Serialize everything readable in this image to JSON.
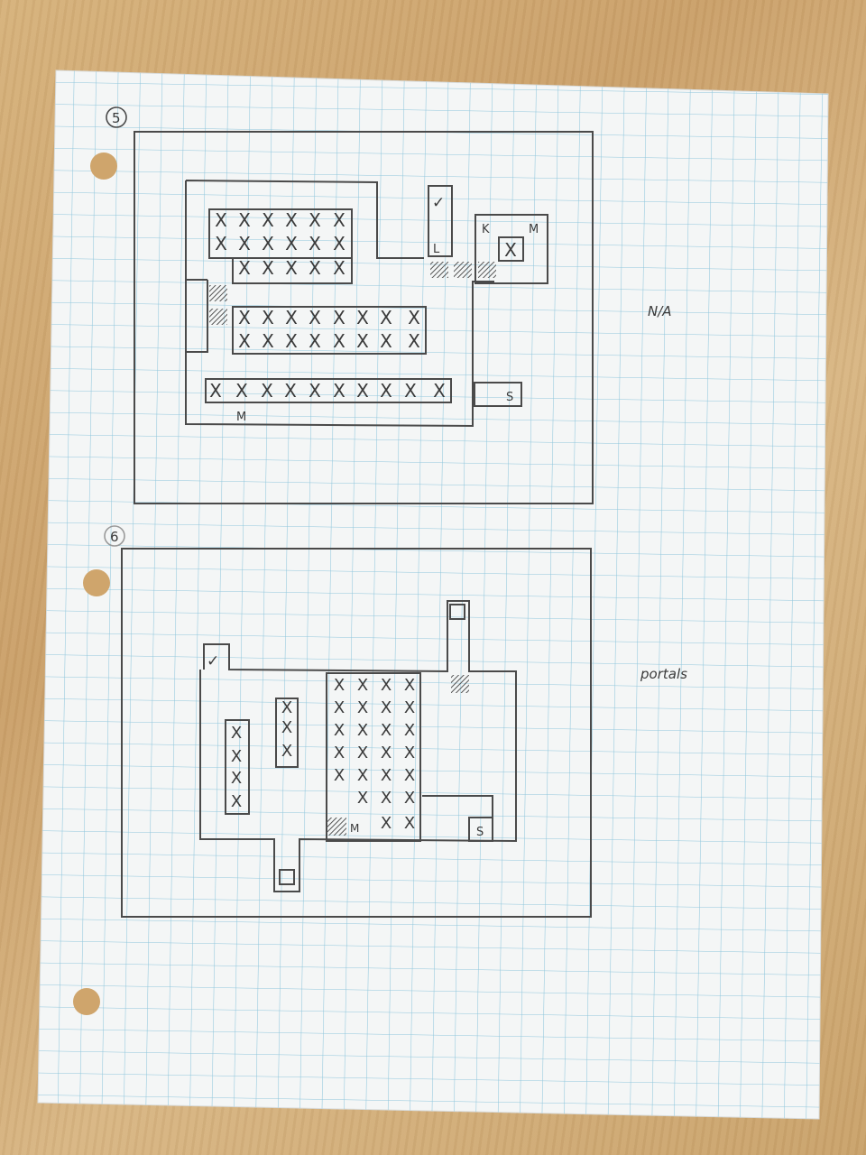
{
  "sheet": {
    "paper_color": "#f4f6f6",
    "grid_color": "#8fc6dc",
    "ink_color": "#444444"
  },
  "level5": {
    "number": "5",
    "side_note": "N/A",
    "marks": {
      "check": "✓",
      "key": "K",
      "monster": "M",
      "lever": "L",
      "start": "S",
      "blocked": "X"
    }
  },
  "level6": {
    "number": "6",
    "side_note": "portals",
    "marks": {
      "check": "✓",
      "monster": "M",
      "start": "S",
      "blocked": "X"
    }
  }
}
